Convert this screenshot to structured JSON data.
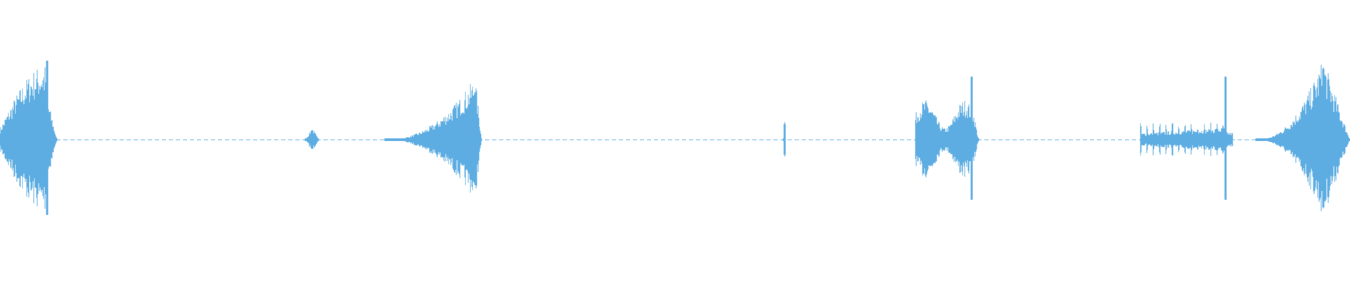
{
  "waveform": {
    "color": "#5DADE2",
    "background": "#FFFFFF",
    "segments": [
      {
        "id": "burst-1",
        "shape": "swell-peak",
        "start": 0.0,
        "peak": 0.035,
        "end": 0.042,
        "amplitude": 0.72,
        "spike": 1.0
      },
      {
        "id": "blip-1",
        "shape": "blip",
        "start": 0.226,
        "peak": 0.231,
        "end": 0.236,
        "amplitude": 0.12,
        "spike": 0.12
      },
      {
        "id": "burst-2",
        "shape": "ramp-up",
        "start": 0.285,
        "peak": 0.352,
        "end": 0.357,
        "amplitude": 0.6,
        "spike": 0.6
      },
      {
        "id": "tick-1",
        "shape": "tick",
        "start": 0.58,
        "peak": 0.581,
        "end": 0.582,
        "amplitude": 0.2,
        "spike": 0.2
      },
      {
        "id": "burst-3",
        "shape": "plateau",
        "start": 0.678,
        "peak": 0.72,
        "end": 0.725,
        "amplitude": 0.45,
        "spike": 0.8
      },
      {
        "id": "burst-4",
        "shape": "comb",
        "start": 0.845,
        "peak": 0.908,
        "end": 0.913,
        "amplitude": 0.18,
        "spike": 0.8
      },
      {
        "id": "burst-5",
        "shape": "ramp-up",
        "start": 0.93,
        "peak": 0.98,
        "end": 1.0,
        "amplitude": 0.78,
        "spike": 0.9
      }
    ]
  }
}
